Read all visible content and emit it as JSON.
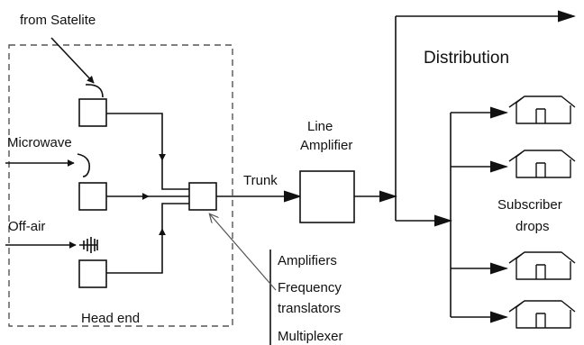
{
  "labels": {
    "from_satelite": "from Satelite",
    "microwave": "Microwave",
    "off_air": "Off-air",
    "head_end": "Head end",
    "trunk": "Trunk",
    "line_amplifier_1": "Line",
    "line_amplifier_2": "Amplifier",
    "distribution": "Distribution",
    "subscriber_drops_1": "Subscriber",
    "subscriber_drops_2": "drops"
  },
  "headend_functions": [
    "Amplifiers",
    "Frequency",
    "translators",
    "Multiplexer"
  ],
  "colors": {
    "line": "#111111",
    "dashed_border": "#555555",
    "background": "#ffffff"
  }
}
